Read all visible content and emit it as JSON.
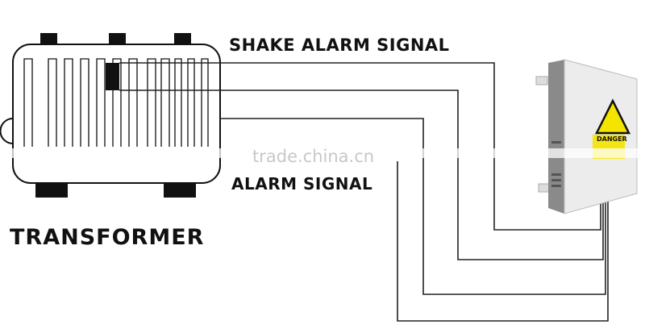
{
  "labels": {
    "shake_alarm_signal": "SHAKE ALARM SIGNAL",
    "alarm_signal": "ALARM SIGNAL",
    "transformer": "TRANSFORMER",
    "danger_sign": "DANGER"
  },
  "watermark": "trade.china.cn",
  "colors": {
    "line": "#222222",
    "cabinet": "#e8e8e8",
    "warning": "#f5e400"
  }
}
